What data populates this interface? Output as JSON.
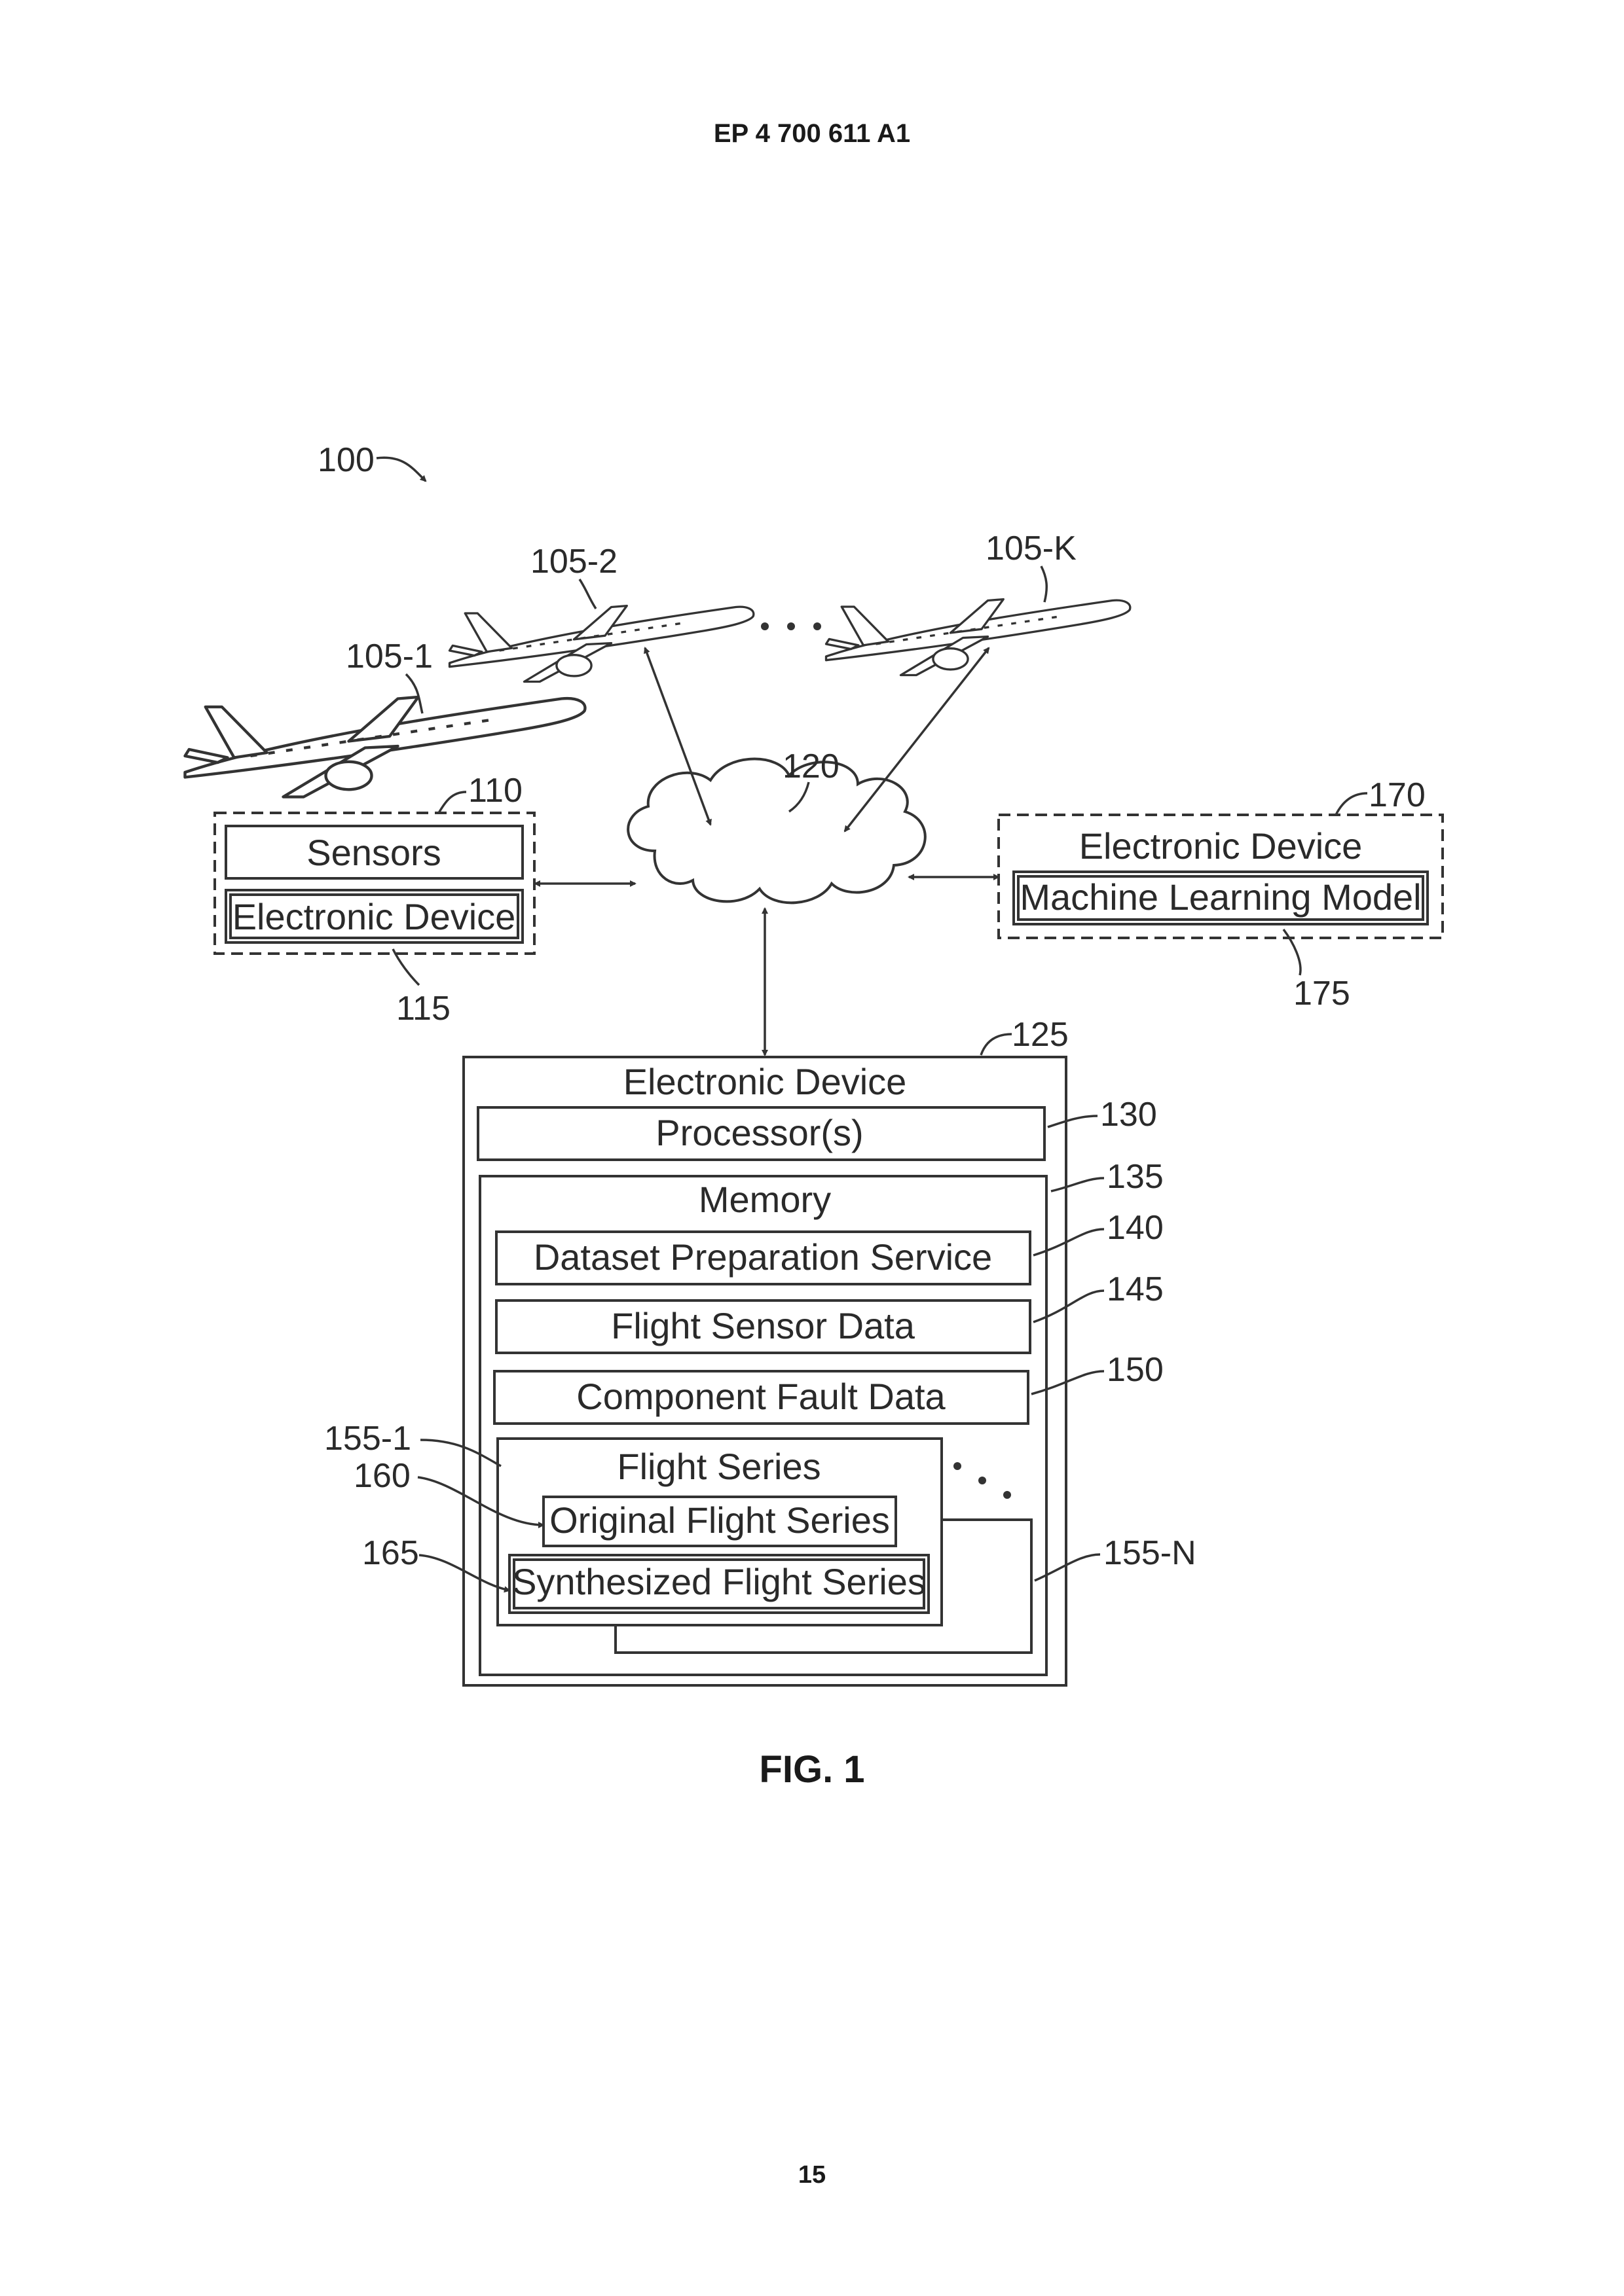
{
  "header": {
    "publication_number": "EP 4 700 611 A1"
  },
  "figure": {
    "caption": "FIG. 1",
    "system_ref": "100",
    "aircraft": [
      {
        "ref": "105-1"
      },
      {
        "ref": "105-2"
      },
      {
        "ref": "105-K"
      }
    ],
    "network": {
      "ref": "120"
    },
    "aircraft_device": {
      "ref": "110",
      "sensors_label": "Sensors",
      "device_label": "Electronic Device",
      "device_ref": "115"
    },
    "ml_device": {
      "ref": "170",
      "title": "Electronic Device",
      "model_label": "Machine Learning Model",
      "model_ref": "175"
    },
    "main_device": {
      "ref": "125",
      "title": "Electronic Device",
      "processor_label": "Processor(s)",
      "processor_ref": "130",
      "memory_label": "Memory",
      "memory_ref": "135",
      "dataset_service_label": "Dataset Preparation Service",
      "dataset_service_ref": "140",
      "flight_sensor_label": "Flight Sensor Data",
      "flight_sensor_ref": "145",
      "fault_label": "Component Fault Data",
      "fault_ref": "150",
      "flight_series_label": "Flight Series",
      "flight_series_ref": "155-1",
      "flight_series_last_ref": "155-N",
      "original_label": "Original Flight Series",
      "original_ref": "160",
      "synthesized_label": "Synthesized Flight Series",
      "synthesized_ref": "165"
    }
  },
  "page_number": "15"
}
